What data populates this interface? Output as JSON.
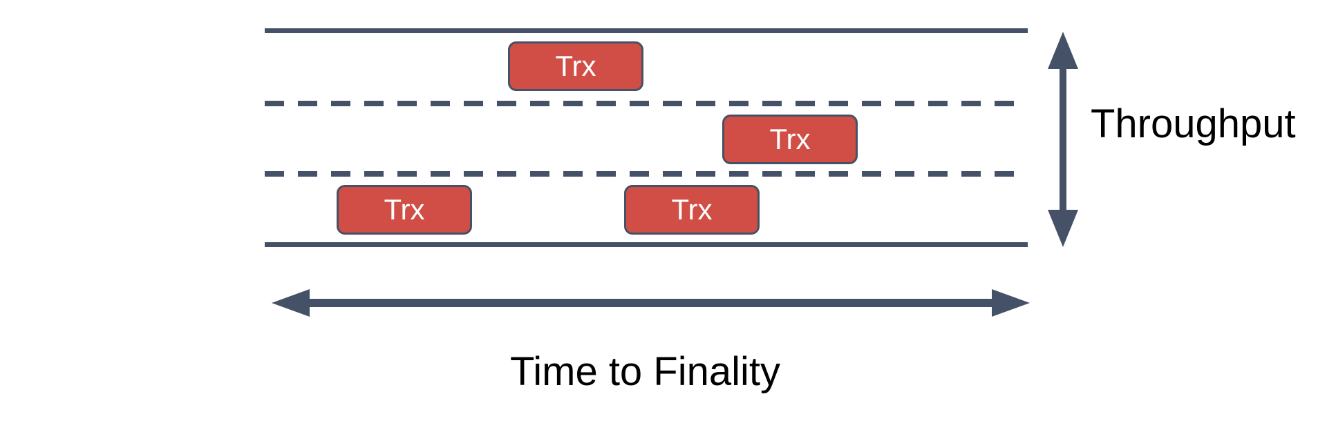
{
  "axes": {
    "vertical_label": "Throughput",
    "horizontal_label": "Time to Finality"
  },
  "transactions": [
    {
      "label": "Trx",
      "lane": 1
    },
    {
      "label": "Trx",
      "lane": 2
    },
    {
      "label": "Trx",
      "lane": 3
    },
    {
      "label": "Trx",
      "lane": 3
    }
  ],
  "lanes": {
    "count": 3
  },
  "colors": {
    "line_and_arrow": "#455166",
    "trx_fill": "#D04E45",
    "trx_border": "#455166",
    "trx_text": "#FFFFFF",
    "label_text": "#000000",
    "background": "#FFFFFF"
  }
}
